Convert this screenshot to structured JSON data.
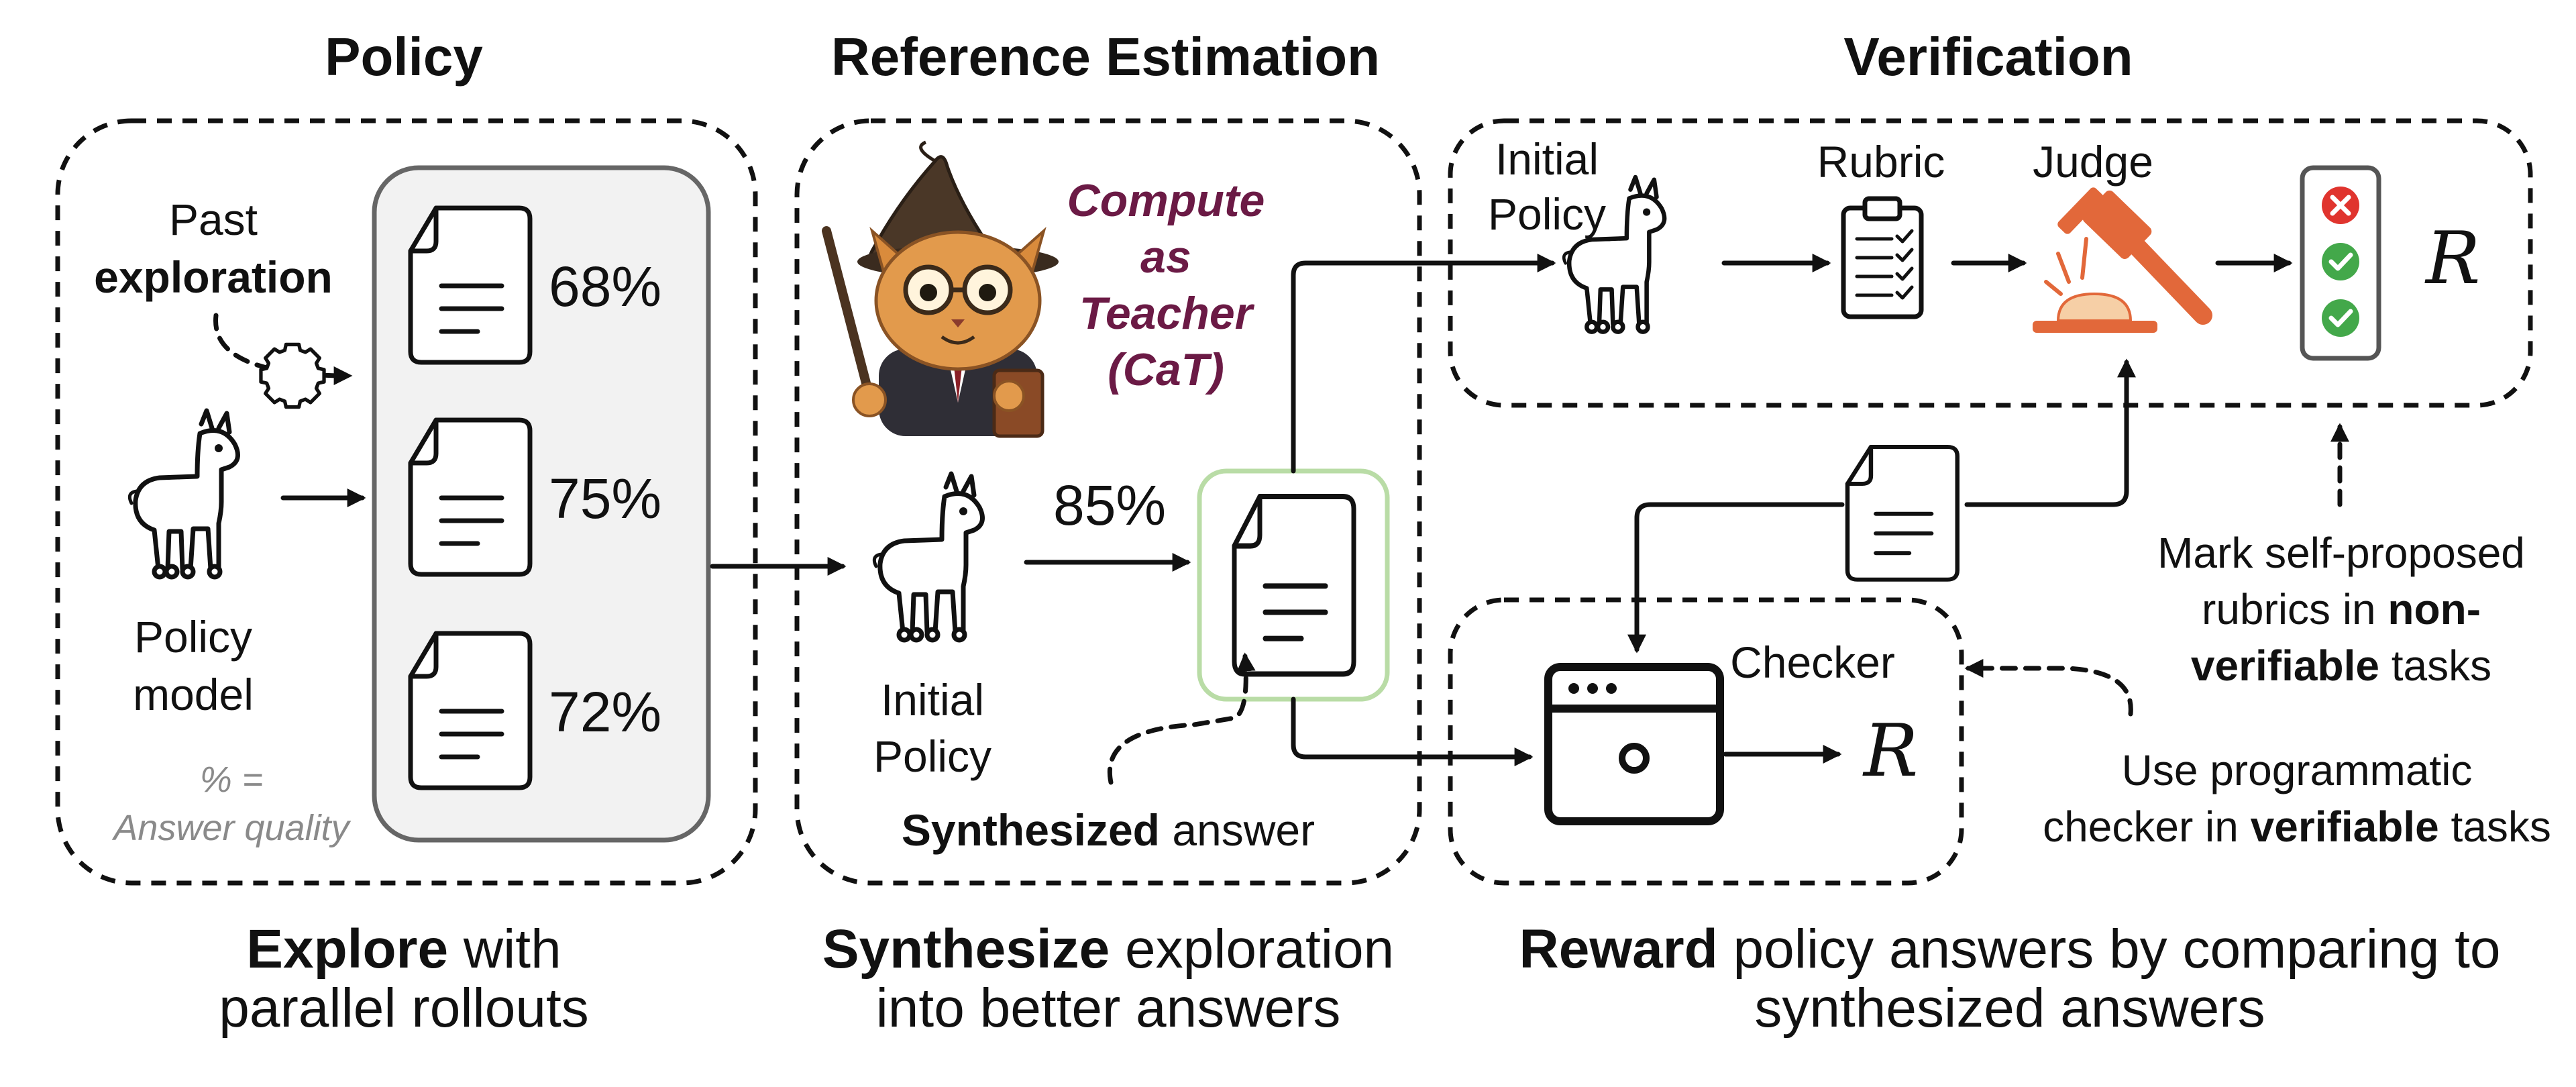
{
  "sections": {
    "policy": "Policy",
    "reference": "Reference Estimation",
    "verification": "Verification"
  },
  "policy_panel": {
    "past": "Past",
    "exploration": "exploration",
    "model_line1": "Policy",
    "model_line2": "model",
    "legend_line1": "% =",
    "legend_line2": "Answer quality",
    "rollouts": [
      {
        "quality": "68%"
      },
      {
        "quality": "75%"
      },
      {
        "quality": "72%"
      }
    ]
  },
  "reference_panel": {
    "cat_line1": "Compute",
    "cat_line2": "as",
    "cat_line3": "Teacher",
    "cat_line4": "(CaT)",
    "initial_line1": "Initial",
    "initial_line2": "Policy",
    "synth_quality": "85%",
    "synth_bold": "Synthesized",
    "synth_rest": " answer"
  },
  "verification_panel": {
    "initial_line1": "Initial",
    "initial_line2": "Policy",
    "rubric": "Rubric",
    "judge": "Judge",
    "reward_symbol": "R",
    "checker": "Checker",
    "checker_reward_symbol": "R",
    "mark_line1": "Mark self-proposed",
    "mark_line2_pre": "rubrics in ",
    "mark_line2_bold": "non-",
    "mark_line3_bold": "verifiable",
    "mark_line3_rest": " tasks",
    "use_line1": "Use programmatic",
    "use_line2_pre": "checker in ",
    "use_line2_bold": "verifiable",
    "use_line2_rest": " tasks"
  },
  "captions": {
    "explore_bold": "Explore",
    "explore_rest": " with",
    "explore_line2": "parallel rollouts",
    "synth_bold": "Synthesize",
    "synth_rest": " exploration",
    "synth_line2": "into better answers",
    "reward_bold": "Reward",
    "reward_rest": " policy answers by comparing to",
    "reward_line2": "synthesized answers"
  },
  "colors": {
    "rollout_panel_fill": "#f2f2f2",
    "synth_box_stroke": "#b9dca6",
    "cat_text": "#6b1a45",
    "legend_text": "#8a8a8a",
    "gavel": "#e2683a",
    "check_green": "#43a84a",
    "cross_red": "#e0342e"
  },
  "icons": [
    "document-icon",
    "llama-icon",
    "wizard-cat-icon",
    "clipboard-icon",
    "gavel-icon",
    "checklist-icon",
    "gear-window-icon"
  ]
}
